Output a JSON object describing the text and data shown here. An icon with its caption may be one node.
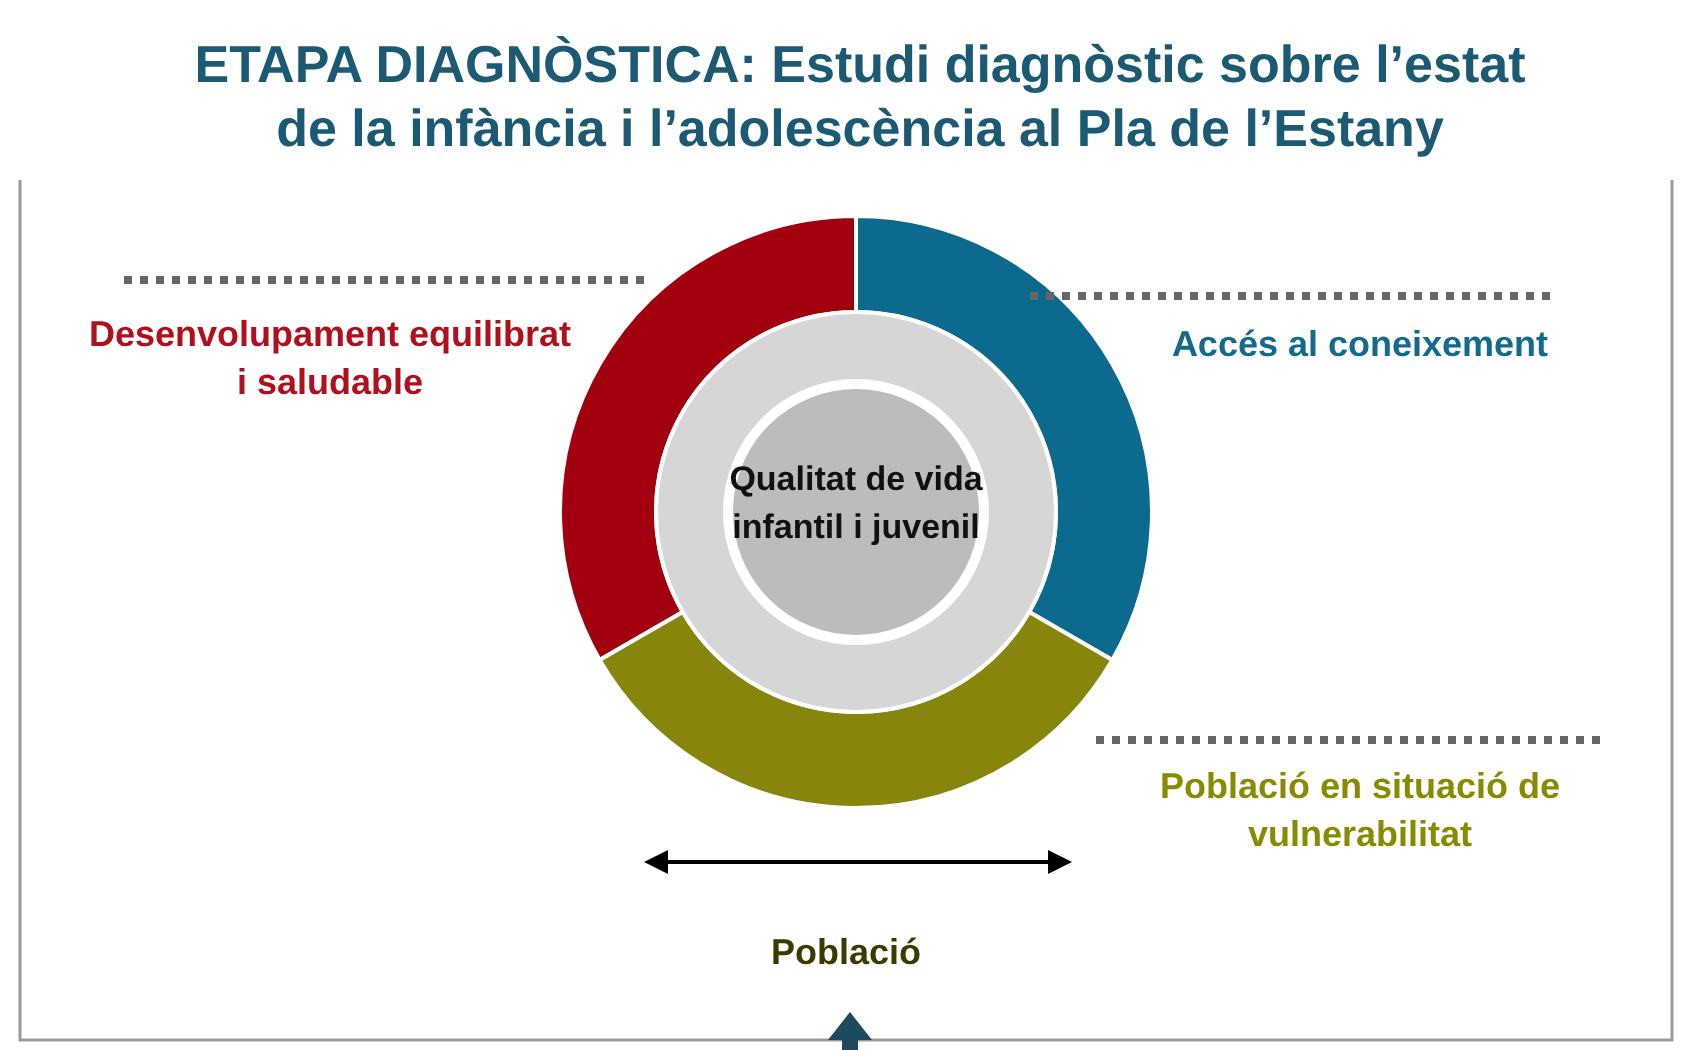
{
  "diagram": {
    "title": "ETAPA DIAGNÒSTICA: Estudi diagnòstic sobre l’estat de la infància i l’adolescència al Pla de l’Estany",
    "nodes": [
      {
        "text": [
          "Qualitat de vida infantil i juvenil"
        ]
      }
    ],
    "labels": [
      "Desenvolupament equilibrat i saludable",
      "Accés al coneixement",
      "Població en situació de vulnerabilitat",
      "Població"
    ]
  }
}
